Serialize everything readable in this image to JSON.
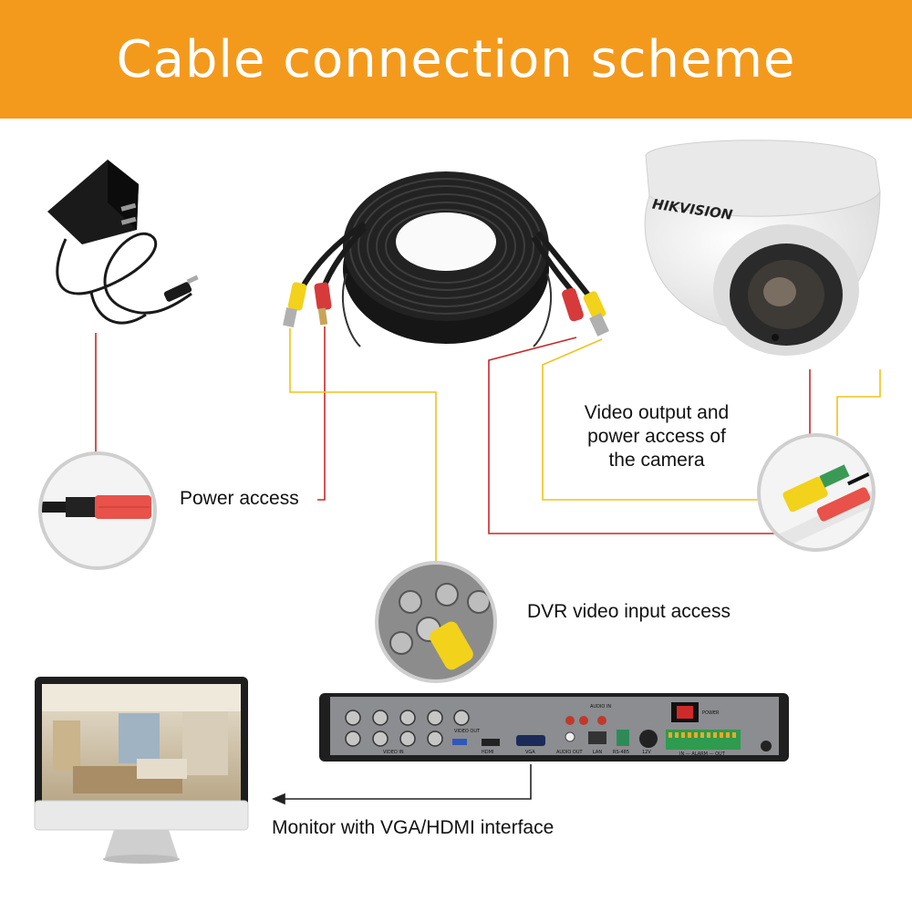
{
  "title": "Cable connection scheme",
  "labels": {
    "power_access": "Power access",
    "camera_output": [
      "Video output and",
      "power access of",
      "the camera"
    ],
    "dvr_input": "DVR video input access",
    "monitor": "Monitor with VGA/HDMI interface"
  },
  "camera_brand": "HIKVISION",
  "dvr_panel": {
    "video_in": "VIDEO IN",
    "video_out": "VIDEO OUT",
    "hdmi": "HDMI",
    "vga": "VGA",
    "audio_in": "AUDIO IN",
    "audio_out": "AUDIO OUT",
    "lan": "LAN",
    "rs485": "RS-485",
    "dc12v": "12V",
    "power": "POWER",
    "alarm": "IN — ALARM — OUT"
  },
  "colors": {
    "header": "#f39a1c",
    "video_line": "#f2c21b",
    "power_line": "#c62828",
    "cable": "#1b1b1b"
  }
}
